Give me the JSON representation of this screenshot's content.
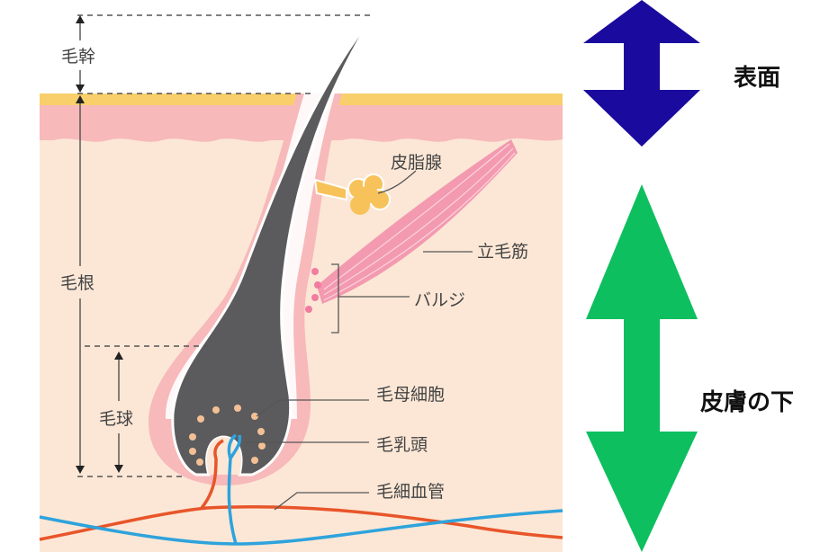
{
  "labels": {
    "hair_shaft": "毛幹",
    "hair_root": "毛根",
    "hair_bulb": "毛球",
    "sebaceous_gland": "皮脂腺",
    "arrector_pili": "立毛筋",
    "bulge": "バルジ",
    "hair_matrix_cells": "毛母細胞",
    "dermal_papilla": "毛乳頭",
    "capillaries": "毛細血管"
  },
  "regions": {
    "surface": "表面",
    "under_skin": "皮膚の下"
  },
  "colors": {
    "surface_arrow": "#1a0a9e",
    "under_skin_arrow": "#0dbf5f",
    "skin": "#fce7d6",
    "epidermis": "#f7b9ba",
    "stratum": "#f8cf6b",
    "hair": "#5b5b5d",
    "artery": "#e8552a",
    "vein": "#2ea3dc"
  }
}
